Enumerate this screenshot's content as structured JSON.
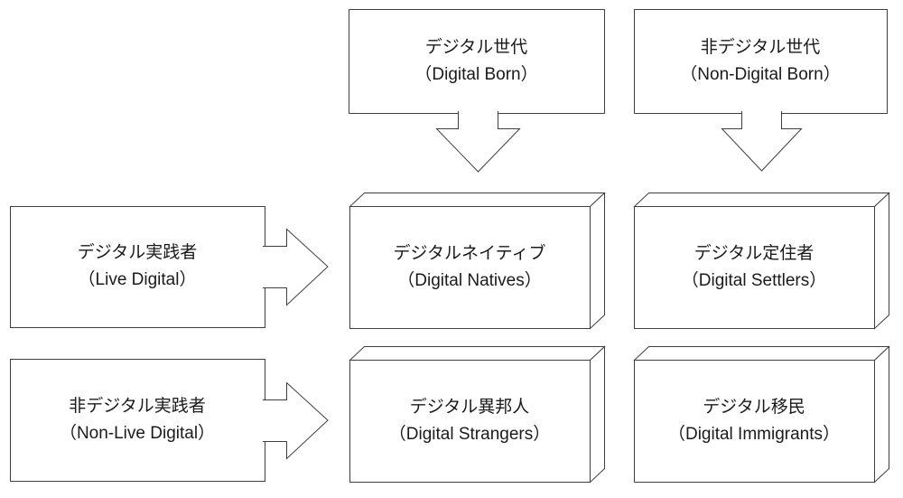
{
  "nodes": {
    "digital_born": {
      "jp": "デジタル世代",
      "en": "（Digital Born）"
    },
    "non_digital_born": {
      "jp": "非デジタル世代",
      "en": "（Non-Digital Born）"
    },
    "live_digital": {
      "jp": "デジタル実践者",
      "en": "（Live Digital）"
    },
    "digital_natives": {
      "jp": "デジタルネイティブ",
      "en": "（Digital Natives）"
    },
    "digital_settlers": {
      "jp": "デジタル定住者",
      "en": "（Digital Settlers）"
    },
    "non_live_digital": {
      "jp": "非デジタル実践者",
      "en": "（Non-Live Digital）"
    },
    "digital_strangers": {
      "jp": "デジタル異邦人",
      "en": "（Digital Strangers）"
    },
    "digital_immigrants": {
      "jp": "デジタル移民",
      "en": "（Digital Immigrants）"
    }
  },
  "colors": {
    "line": "#3f3f3f",
    "text": "#1a1a1a",
    "background": "#ffffff"
  }
}
